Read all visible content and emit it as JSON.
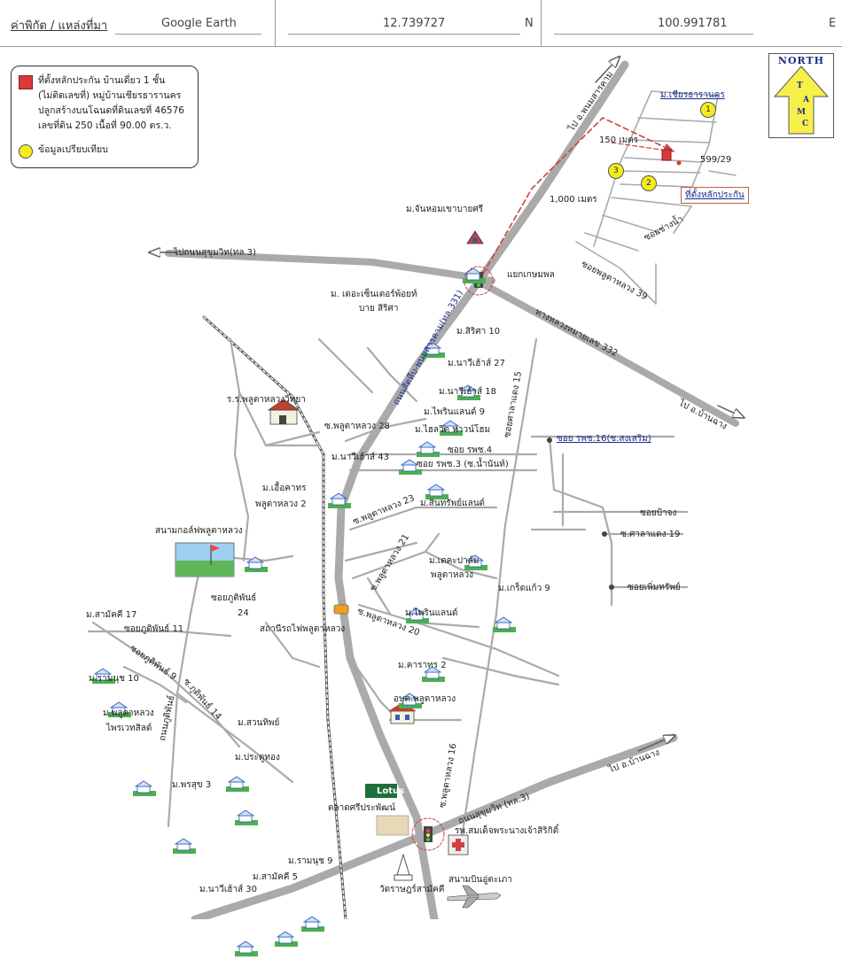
{
  "header": {
    "coord_label": "ค่าพิกัด / แหล่งที่มา",
    "source": "Google Earth",
    "latitude": "12.739727",
    "lat_hemi": "N",
    "longitude": "100.991781",
    "lon_hemi": "E"
  },
  "legend": {
    "subject_line1": "ที่ตั้งหลักประกัน บ้านเดี่ยว 1 ชั้น",
    "subject_line2": "(ไม่ติดเลขที่) หมู่บ้านเชียรธารานคร",
    "subject_line3": "ปลูกสร้างบนโฉนดที่ดินเลขที่ 46576",
    "subject_line4": "เลขที่ดิน 250 เนื้อที่ 90.00 ตร.ว.",
    "comparable": "ข้อมูลเปรียบเทียบ",
    "subject_color": "#d83a3a",
    "comparable_color": "#f5ec1c"
  },
  "north_arrow": {
    "title": "NORTH",
    "letters": [
      "T",
      "A",
      "M",
      "C"
    ]
  },
  "inset": {
    "village": "ม.เชียรธารานคร",
    "house_no": "599/29",
    "subject_callout": "ที่ตั้งหลักประกัน",
    "dist_150": "150 เมตร",
    "dist_1000": "1,000 เมตร",
    "soi_changnam": "ซอยช่างน้ำ",
    "soi_phluta39": "ซอยพลูตาหลวง 39",
    "comparables": [
      "1",
      "2",
      "3"
    ]
  },
  "roads": {
    "to_phanom": "ไป อ.พนมสารคาม",
    "to_sukhumvit": "ไปถนนสุขุมวิท(ทล.3)",
    "kasem_intersection": "แยกเกษมพล",
    "hwy332": "ทางหลวงหมายเลข 332",
    "to_banchang_top": "ไป อ.บ้านฉาง",
    "to_banchang_bottom": "ไป อ.บ้านฉาง",
    "hwy331": "ถนนสัตหีบ-พนมสารคาม(ทล.331)",
    "soi_salalaeng15": "ซอยศาลาแดง 15",
    "soi_hosp16": "ซอย รพช.16(ซ.สงเสริม)",
    "soi_hosp4": "ซอย รพช.4",
    "soi_hosp3": "ซอย รพช.3 (ซ.น้ำนันท์)",
    "soi_pajong": "ซอยป้าจง",
    "soi_salalaeng19": "ซ.ศาลาแดง 19",
    "soi_permsap": "ซอยเพิ่มทรัพย์",
    "soi_phluta28": "ซ.พลูตาหลวง 28",
    "soi_phluta23": "ซ.พลูตาหลวง 23",
    "soi_phluta21": "ซ.พลูตาหลวง 21",
    "soi_phluta20": "ซ.พลูตาหลวง 20",
    "soi_phluta16": "ซ.พลูตาหลวง 16",
    "soi_phukhinan": "ซอยภูติพันธ์",
    "soi_24": "24",
    "soi_phuttiphan11": "ซอยภูติพันธ์ 11",
    "soi_phuttiphan9": "ซอยภูติพันธ์ 9",
    "soi_phuttiphan14": "ซ.ภูติพันธ์ 14",
    "road_phuttiphan": "ถนนภูติพันธ์",
    "sukhumvit_bottom": "ถนนสุขุมวิท (ทล.3)"
  },
  "places": {
    "chanhom": "ม.จันหอมเขาบายศรี",
    "central_park_l1": "ม. เดอะเซ็นเตอร์พ้อยท์",
    "central_park_l2": "บาย สิริศา",
    "sirisa10": "ม.สิริศา 10",
    "navee27": "ม.นาวีเฮ้าส์ 27",
    "navee18": "ม.นาวีเฮ้าส์ 18",
    "prime9": "ม.ไพรินแลนด์ 9",
    "hilite": "ม.ไฮลวิต ทาวน์โฮม",
    "school": "ร.ร.พลูตาหลวงวิทยา",
    "navee43": "ม.นาวีเฮ้าส์ 43",
    "kuekarn_l1": "ม.เอื้อคาทร",
    "kuekarn_l2": "พลูตาหลวง 2",
    "golf": "สนามกอล์ฟพลูตาหลวง",
    "sinsap": "ม.สินทรัพย์แลนด์",
    "dekpalm_l1": "ม.เดคะปาล์ม",
    "dekpalm_l2": "พลูตาหลวง",
    "kritkaew9": "ม.เกร็ดแก้ว 9",
    "station": "สถานีรถไฟพลูตาหลวง",
    "samakkhi17": "ม.สามัคคี 17",
    "prime_land": "ม.ไพรินแลนด์",
    "navee20": "",
    "karathorn2": "ม.คาราทร 2",
    "ramnut10": "ม.รามนุช 10",
    "obt": "อบต.พลูตาหลวง",
    "phluta_prawet_l1": "ม.พลูตาหลวง",
    "phluta_prawet_l2": "ไพรเวทสิลด์",
    "suanthip": "ม.สวนทิพย์",
    "pratutong": "ม.ประตูทอง",
    "prasuk3": "ม.พรสุข 3",
    "lotus": "Lotus",
    "market": "ตลาดศรีประพัฒน์",
    "hospital": "รพ.สมเด็จพระนางเจ้าสิริกิติ์",
    "ramnut9": "ม.รามนุช 9",
    "samakkhi5": "ม.สามัคคี 5",
    "navee30": "ม.นาวีเฮ้าส์ 30",
    "wat": "วัดราษฎร์สามัคคี",
    "airport": "สนามบินอู่ตะเภา"
  },
  "colors": {
    "road": "#b8b8b8",
    "road_edge": "#9a9a9a",
    "route": "#d04040",
    "link": "#1a2a8a",
    "arrow_yellow": "#f7f04a"
  }
}
